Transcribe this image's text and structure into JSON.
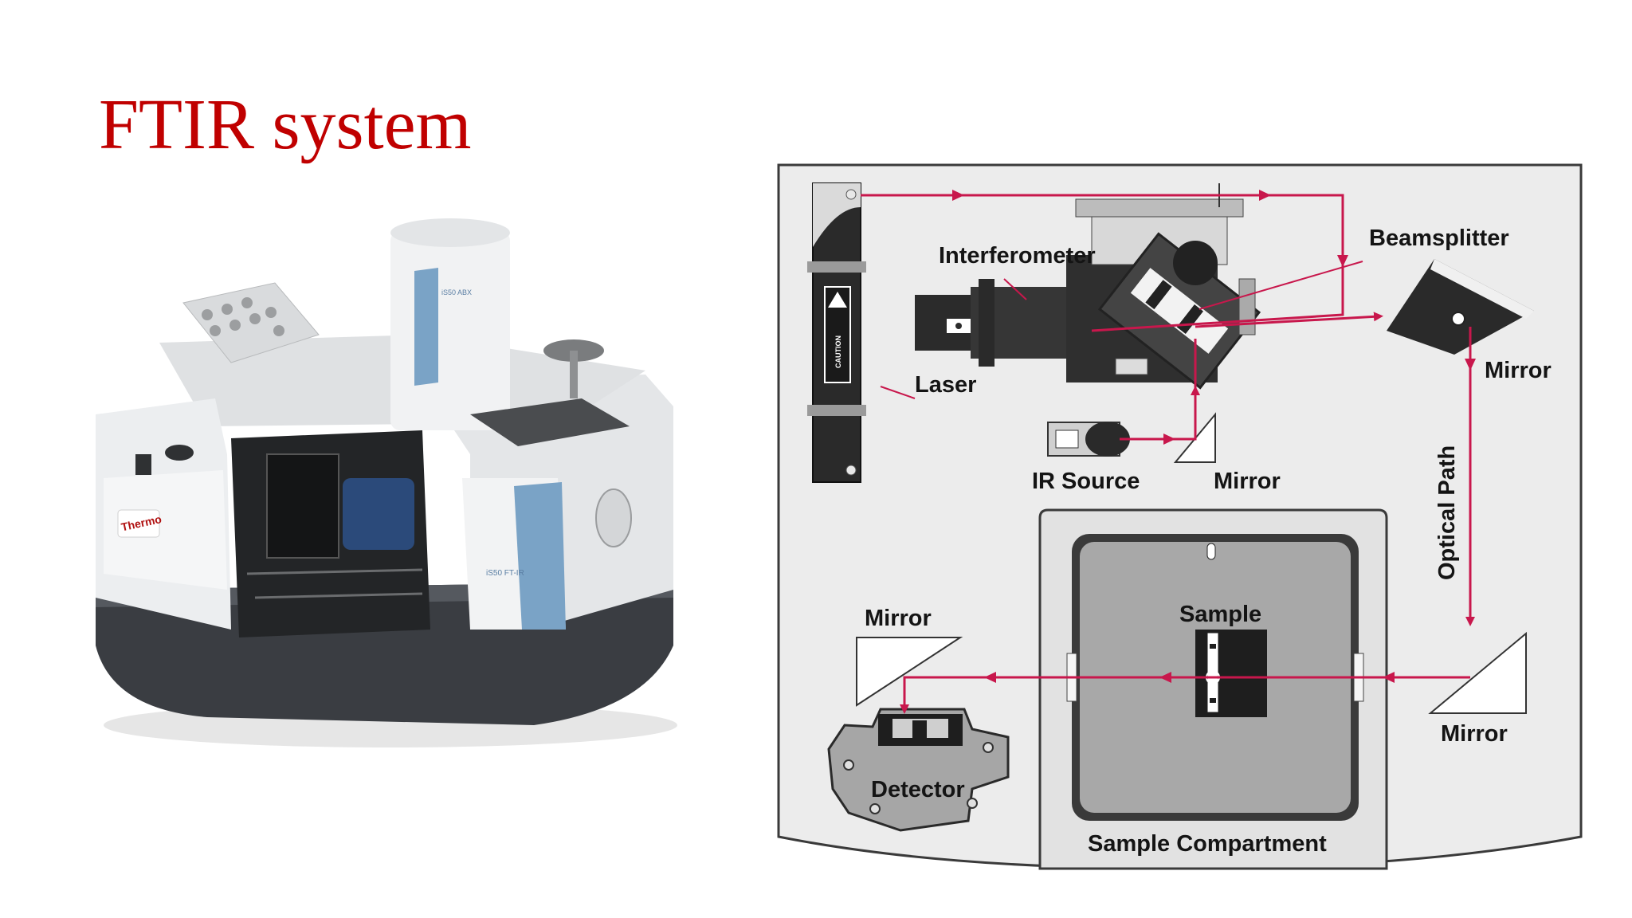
{
  "slide": {
    "title": "FTIR system"
  },
  "photo": {
    "subject": "FTIR spectrometer instrument",
    "brand_logo": "Thermo",
    "colors": {
      "body": "#e9ebec",
      "base": "#3a3d42",
      "accent": "#7aa3c6"
    }
  },
  "diagram": {
    "labels": {
      "interferometer": "Interferometer",
      "beamsplitter": "Beamsplitter",
      "laser": "Laser",
      "mirror_top_right": "Mirror",
      "ir_source": "IR Source",
      "mirror_ir": "Mirror",
      "optical_path": "Optical Path",
      "sample": "Sample",
      "mirror_left": "Mirror",
      "mirror_bottom_right": "Mirror",
      "detector": "Detector",
      "sample_compartment": "Sample Compartment"
    },
    "colors": {
      "beam": "#c8174c",
      "housing_fill": "#ececec",
      "compartment_fill": "#a8a8a8",
      "component": "#2a2a2a"
    }
  }
}
